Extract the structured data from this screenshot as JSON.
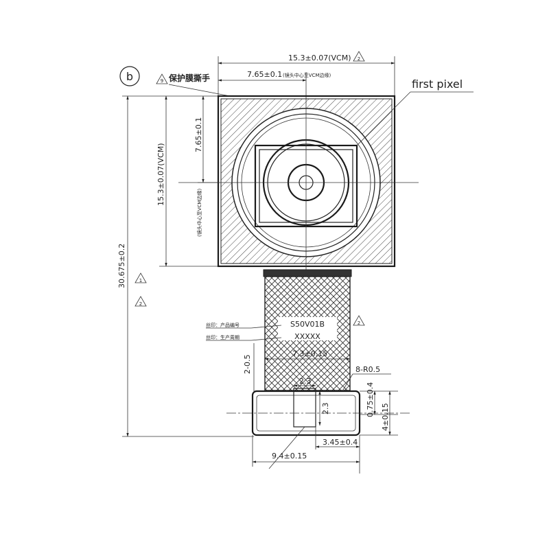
{
  "view_label": "b",
  "top_dims": {
    "total_width": "15.3±0.07(VCM)",
    "total_width_ref": "2",
    "half_width": "7.65±0.1",
    "half_width_note": "(镜头中心至VCM边缘)",
    "protective_film_ref": "9",
    "protective_film": "保护膜撕手"
  },
  "first_pixel": "first pixel",
  "left_dims": {
    "total_height": "30.675±0.2",
    "ref_1": "1",
    "ref_2": "2",
    "vcm_height": "15.3±0.07(VCM)",
    "half_height": "7.65±0.1",
    "half_height_note": "(镜头中心至VCM边缘)"
  },
  "fpc": {
    "part_number": "S50V01B",
    "part_number_note": "丝印：产品编号",
    "date_code": "XXXXX",
    "date_code_note": "丝印：生产周期",
    "part_ref": "2",
    "width": "7.3±0.15",
    "gap": "2-0.5"
  },
  "connector": {
    "radius": "8-R0.5",
    "pad_width": "2.3",
    "pad_height": "2.3",
    "dim_a": "0.75±0.4",
    "dim_b": "4±0.15",
    "dim_c": "3.45±0.4",
    "dim_d": "9.4±0.15"
  },
  "colors": {
    "line": "#222222",
    "background": "#ffffff"
  }
}
